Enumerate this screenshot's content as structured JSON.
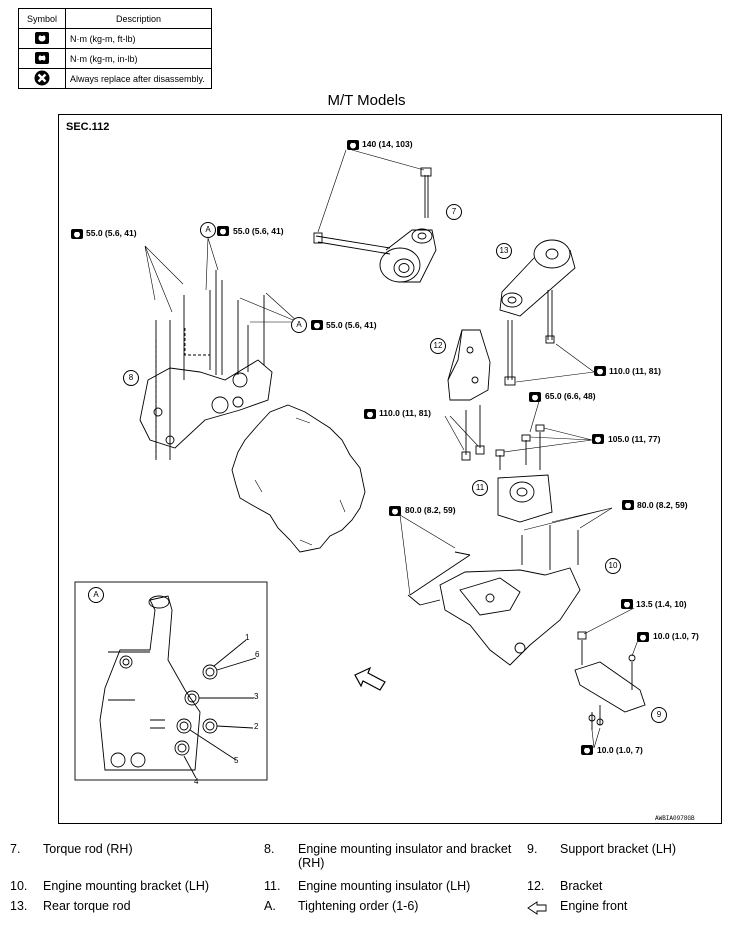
{
  "legend": {
    "header_symbol": "Symbol",
    "header_description": "Description",
    "rows": [
      {
        "icon": "torque-wrench-ft-lb-icon",
        "description": "N·m (kg-m, ft-lb)"
      },
      {
        "icon": "torque-wrench-in-lb-icon",
        "description": "N·m (kg-m, in-lb)"
      },
      {
        "icon": "replace-x-icon",
        "description": "Always replace after disassembly."
      }
    ]
  },
  "diagram": {
    "title": "M/T Models",
    "section": "SEC.112",
    "code": "AWBIA0978GB",
    "torques": {
      "t140": "140 (14, 103)",
      "t55a": "55.0 (5.6, 41)",
      "t55b": "55.0 (5.6, 41)",
      "t55c": "55.0 (5.6, 41)",
      "t110a": "110.0 (11, 81)",
      "t110b": "110.0 (11, 81)",
      "t65": "65.0 (6.6, 48)",
      "t105": "105.0 (11, 77)",
      "t80a": "80.0 (8.2, 59)",
      "t80b": "80.0 (8.2, 59)",
      "t13": "13.5 (1.4, 10)",
      "t10a": "10.0 (1.0, 7)",
      "t10b": "10.0 (1.0, 7)"
    },
    "callouts": {
      "c7": "7",
      "c8": "8",
      "c9": "9",
      "c10": "10",
      "c11": "11",
      "c12": "12",
      "c13": "13",
      "cA1": "A",
      "cA2": "A",
      "cA3": "A"
    },
    "sequence": [
      "1",
      "2",
      "3",
      "4",
      "5",
      "6"
    ]
  },
  "parts": [
    {
      "num": "7.",
      "desc": "Torque rod (RH)"
    },
    {
      "num": "8.",
      "desc": "Engine mounting insulator and bracket (RH)"
    },
    {
      "num": "9.",
      "desc": "Support bracket (LH)"
    },
    {
      "num": "10.",
      "desc": "Engine mounting bracket (LH)"
    },
    {
      "num": "11.",
      "desc": "Engine mounting insulator (LH)"
    },
    {
      "num": "12.",
      "desc": "Bracket"
    },
    {
      "num": "13.",
      "desc": "Rear torque rod"
    },
    {
      "num": "A.",
      "desc": "Tightening order (1-6)"
    },
    {
      "num": "",
      "desc": "Engine front",
      "icon": "arrow-left-outline-icon"
    }
  ]
}
